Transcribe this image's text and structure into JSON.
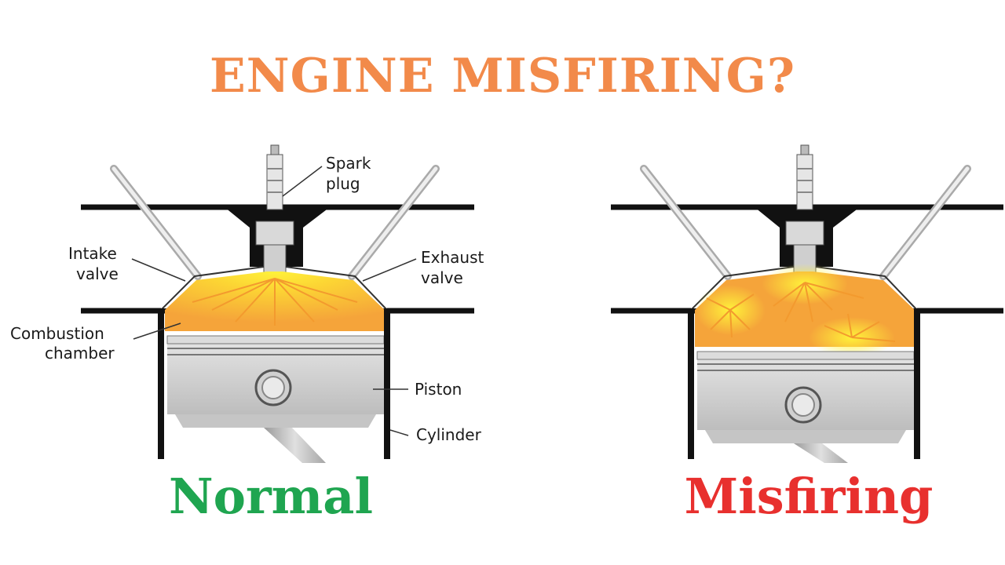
{
  "title": "ENGINE MISFIRING?",
  "colors": {
    "title": "#f28a4a",
    "normal": "#1fa550",
    "misfiring": "#e8302e",
    "flame_orange": "#f5a43a",
    "flame_yellow": "#fff23a",
    "metal": "#c9c9c9",
    "outline": "#111111"
  },
  "left_panel": {
    "caption": "Normal",
    "labels": {
      "spark_line1": "Spark",
      "spark_line2": "plug",
      "intake_line1": "Intake",
      "intake_line2": "valve",
      "exhaust_line1": "Exhaust",
      "exhaust_line2": "valve",
      "combustion_line1": "Combustion",
      "combustion_line2": "chamber",
      "piston": "Piston",
      "cylinder": "Cylinder"
    }
  },
  "right_panel": {
    "caption": "Misfiring"
  }
}
